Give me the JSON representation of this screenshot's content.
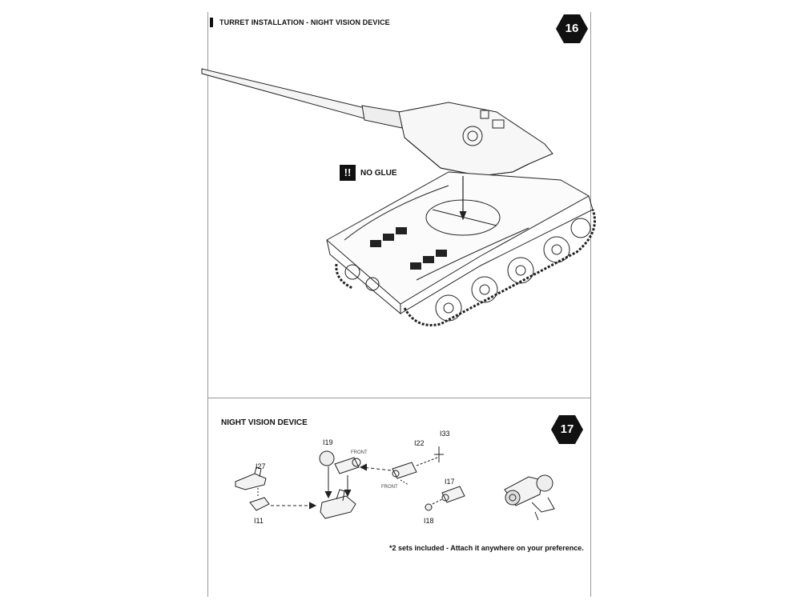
{
  "step16": {
    "number": "16",
    "title": "TURRET INSTALLATION - NIGHT VISION DEVICE"
  },
  "warning": {
    "mark": "!!",
    "text": "NO GLUE"
  },
  "step17": {
    "number": "17",
    "title": "NIGHT  VISION DEVICE"
  },
  "parts": {
    "i27": "I27",
    "i11": "I11",
    "i19": "I19",
    "i22": "I22",
    "i33": "I33",
    "i17": "I17",
    "i18": "I18"
  },
  "labels": {
    "front_1": "FRONT",
    "front_2": "FRONT"
  },
  "note": "*2 sets included - Attach it anywhere on your preference.",
  "colors": {
    "badge": "#111111",
    "line": "#222222",
    "frame": "#9a9a9a"
  }
}
